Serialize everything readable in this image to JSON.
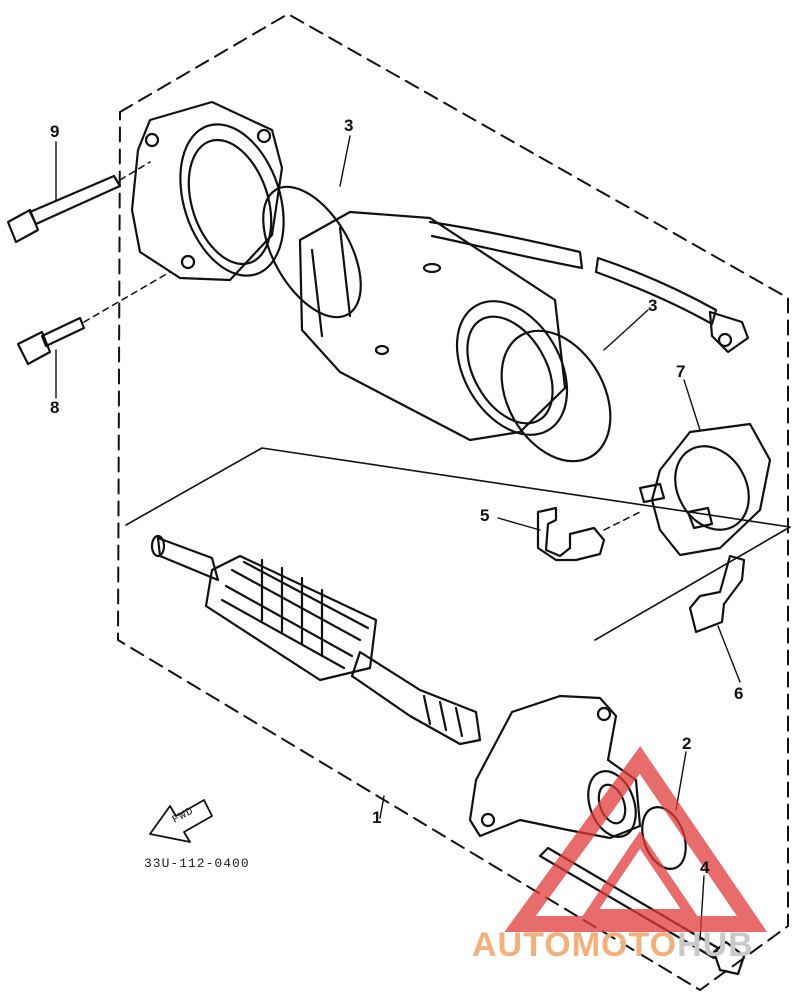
{
  "diagram": {
    "callouts": {
      "c1": "1",
      "c2": "2",
      "c3a": "3",
      "c3b": "3",
      "c4": "4",
      "c5": "5",
      "c6": "6",
      "c7": "7",
      "c8": "8",
      "c9": "9"
    },
    "fwd_label": "FWD",
    "ref_code": "33U-112-0400"
  },
  "watermark": {
    "part1": "AUTOMOTO",
    "part2": "HUB",
    "colors": {
      "triangle": "#e23b3b",
      "text_orange": "#f2b07a",
      "text_grey": "#c9c9c9"
    }
  },
  "colors": {
    "ink": "#111111",
    "background": "#ffffff"
  }
}
